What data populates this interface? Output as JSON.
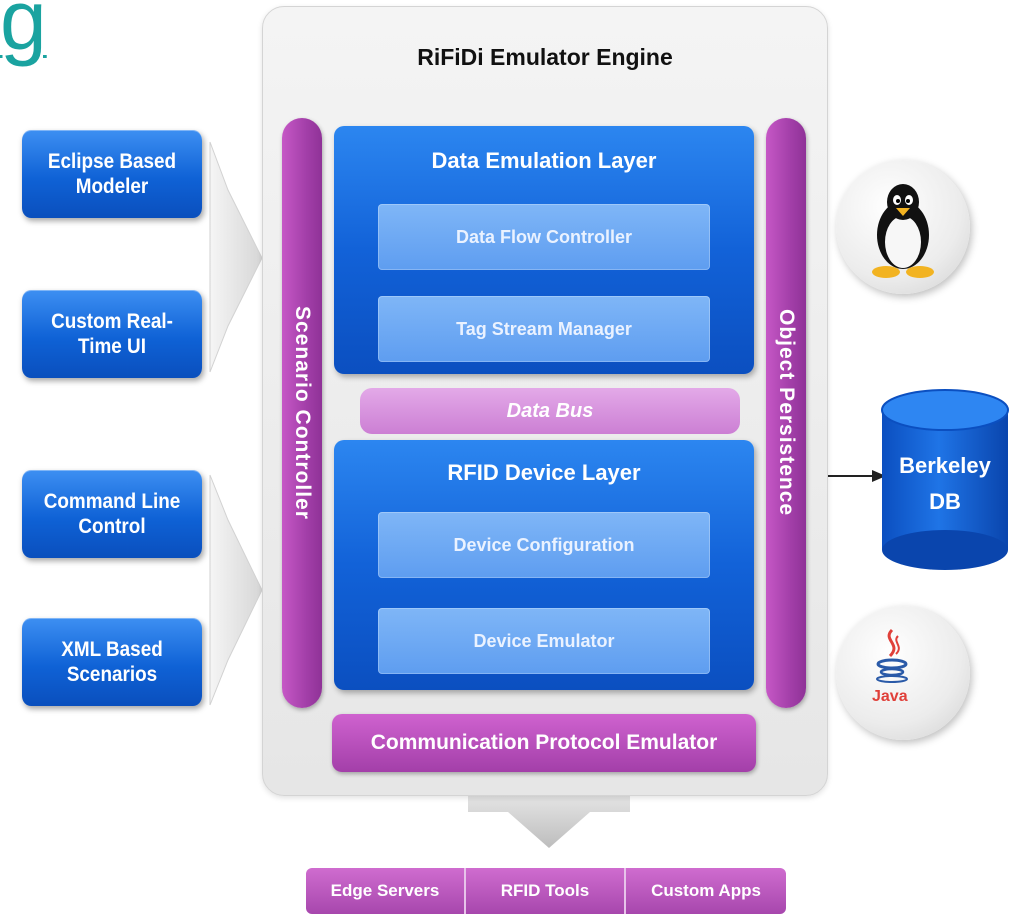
{
  "heading_fragment": "g",
  "inputs": [
    {
      "label": "Eclipse Based\nModeler"
    },
    {
      "label": "Custom Real-\nTime UI"
    },
    {
      "label": "Command Line\nControl"
    },
    {
      "label": "XML Based\nScenarios"
    }
  ],
  "engine": {
    "title": "RiFiDi Emulator Engine",
    "scenario_controller": "Scenario Controller",
    "object_persistence": "Object Persistence",
    "data_emulation_layer": {
      "title": "Data Emulation Layer",
      "items": [
        "Data Flow Controller",
        "Tag Stream Manager"
      ]
    },
    "data_bus": "Data Bus",
    "rfid_device_layer": {
      "title": "RFID Device Layer",
      "items": [
        "Device Configuration",
        "Device Emulator"
      ]
    },
    "communication_protocol_emulator": "Communication Protocol Emulator"
  },
  "database": {
    "label": "Berkeley\nDB"
  },
  "java_label": "Java",
  "outputs": [
    "Edge Servers",
    "RFID Tools",
    "Custom Apps"
  ],
  "colors": {
    "blue": "#1262d8",
    "purple": "#a33fa9",
    "pink": "#cc7fd4",
    "teal": "#1aa3a0"
  },
  "icons": [
    "linux-penguin-icon",
    "java-icon",
    "database-cylinder-icon"
  ]
}
